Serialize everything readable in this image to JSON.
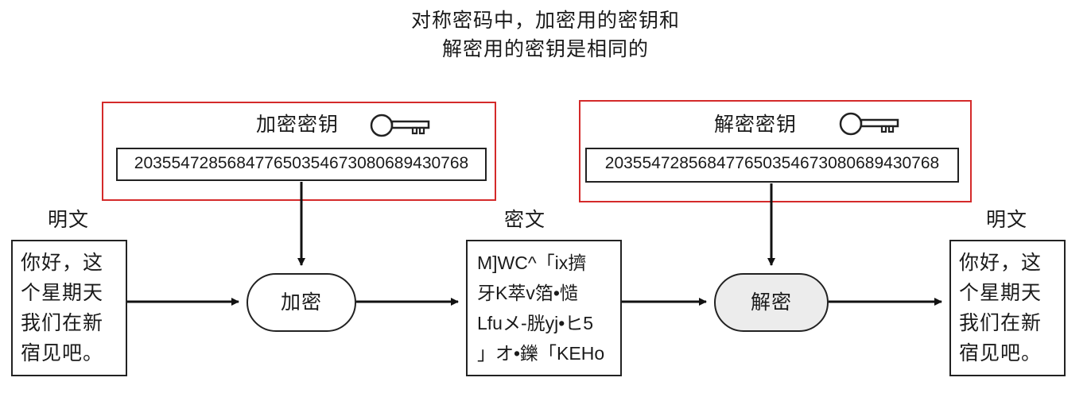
{
  "title": {
    "line1": "对称密码中，加密用的密钥和",
    "line2": "解密用的密钥是相同的"
  },
  "encryption_key": {
    "label": "加密密钥",
    "icon": "key-icon",
    "value": "203554728568477650354673080689430768"
  },
  "decryption_key": {
    "label": "解密密钥",
    "icon": "key-icon",
    "value": "203554728568477650354673080689430768"
  },
  "plaintext_in": {
    "label": "明文",
    "lines": [
      "你好，这",
      "个星期天",
      "我们在新",
      "宿见吧。"
    ]
  },
  "ciphertext": {
    "label": "密文",
    "lines": [
      "M]WC^「ix擠",
      "牙K萃v箔•慥",
      "Lfuメ-胱yj•ヒ5",
      "」オ•鑠「KEHo"
    ]
  },
  "plaintext_out": {
    "label": "明文",
    "lines": [
      "你好，这",
      "个星期天",
      "我们在新",
      "宿见吧。"
    ]
  },
  "process": {
    "encrypt": "加密",
    "decrypt": "解密"
  },
  "colors": {
    "highlight_frame": "#d42a2a",
    "decrypt_fill": "#ececec"
  }
}
